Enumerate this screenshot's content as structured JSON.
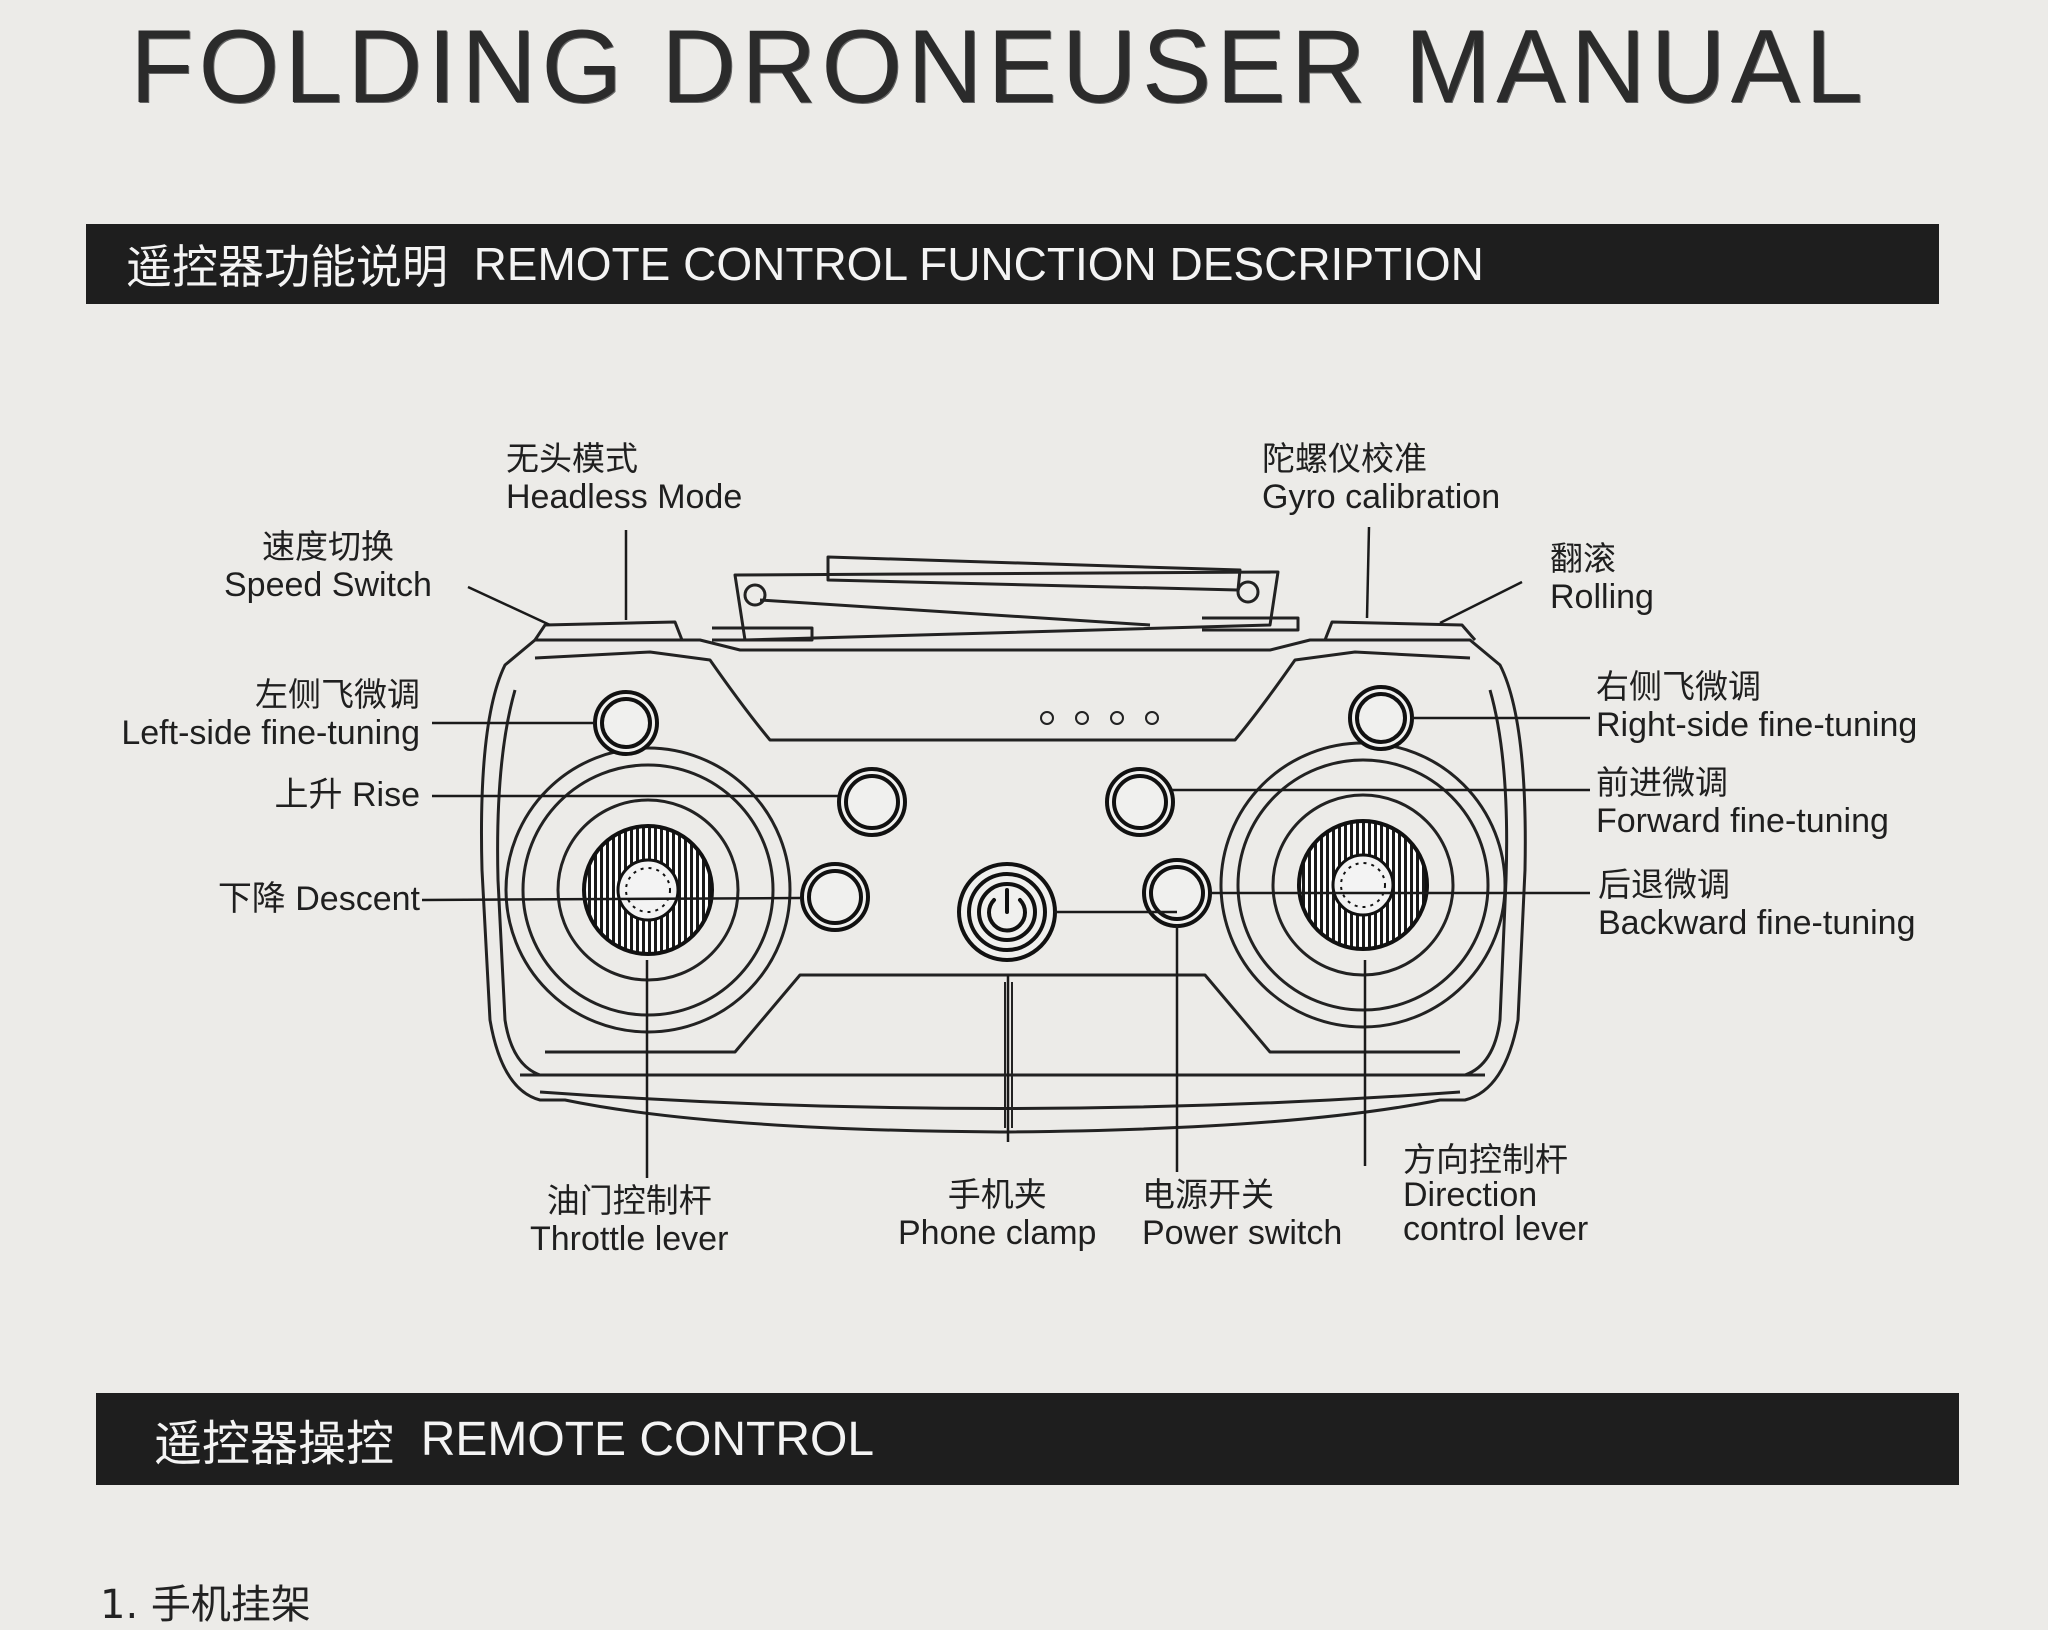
{
  "manual": {
    "title": "FOLDING  DRONEUSER MANUAL"
  },
  "section1": {
    "title_zh": "遥控器功能说明",
    "title_en": "REMOTE CONTROL FUNCTION DESCRIPTION"
  },
  "labels": {
    "headless_mode": {
      "zh": "无头模式",
      "en": "Headless Mode"
    },
    "speed_switch": {
      "zh": "速度切换",
      "en": "Speed Switch"
    },
    "gyro_calibration": {
      "zh": "陀螺仪校准",
      "en": "Gyro calibration"
    },
    "rolling": {
      "zh": "翻滚",
      "en": "Rolling"
    },
    "left_fine_tuning": {
      "zh": "左侧飞微调",
      "en": "Left-side fine-tuning"
    },
    "right_fine_tuning": {
      "zh": "右侧飞微调",
      "en": "Right-side fine-tuning"
    },
    "rise": {
      "text": "上升 Rise"
    },
    "descent": {
      "text": "下降  Descent"
    },
    "forward_fine_tuning": {
      "zh": "前进微调",
      "en": "Forward fine-tuning"
    },
    "backward_fine_tuning": {
      "zh": "后退微调",
      "en": "Backward fine-tuning"
    },
    "throttle_lever": {
      "zh": "油门控制杆",
      "en": "Throttle lever"
    },
    "phone_clamp": {
      "zh": "手机夹",
      "en": "Phone clamp"
    },
    "power_switch": {
      "zh": "电源开关",
      "en": "Power switch"
    },
    "direction_lever": {
      "zh": "方向控制杆",
      "en1": "Direction",
      "en2": "control lever"
    }
  },
  "section2": {
    "title_zh": "遥控器操控",
    "title_en": "REMOTE CONTROL"
  },
  "step1": {
    "text": "1. 手机挂架"
  }
}
